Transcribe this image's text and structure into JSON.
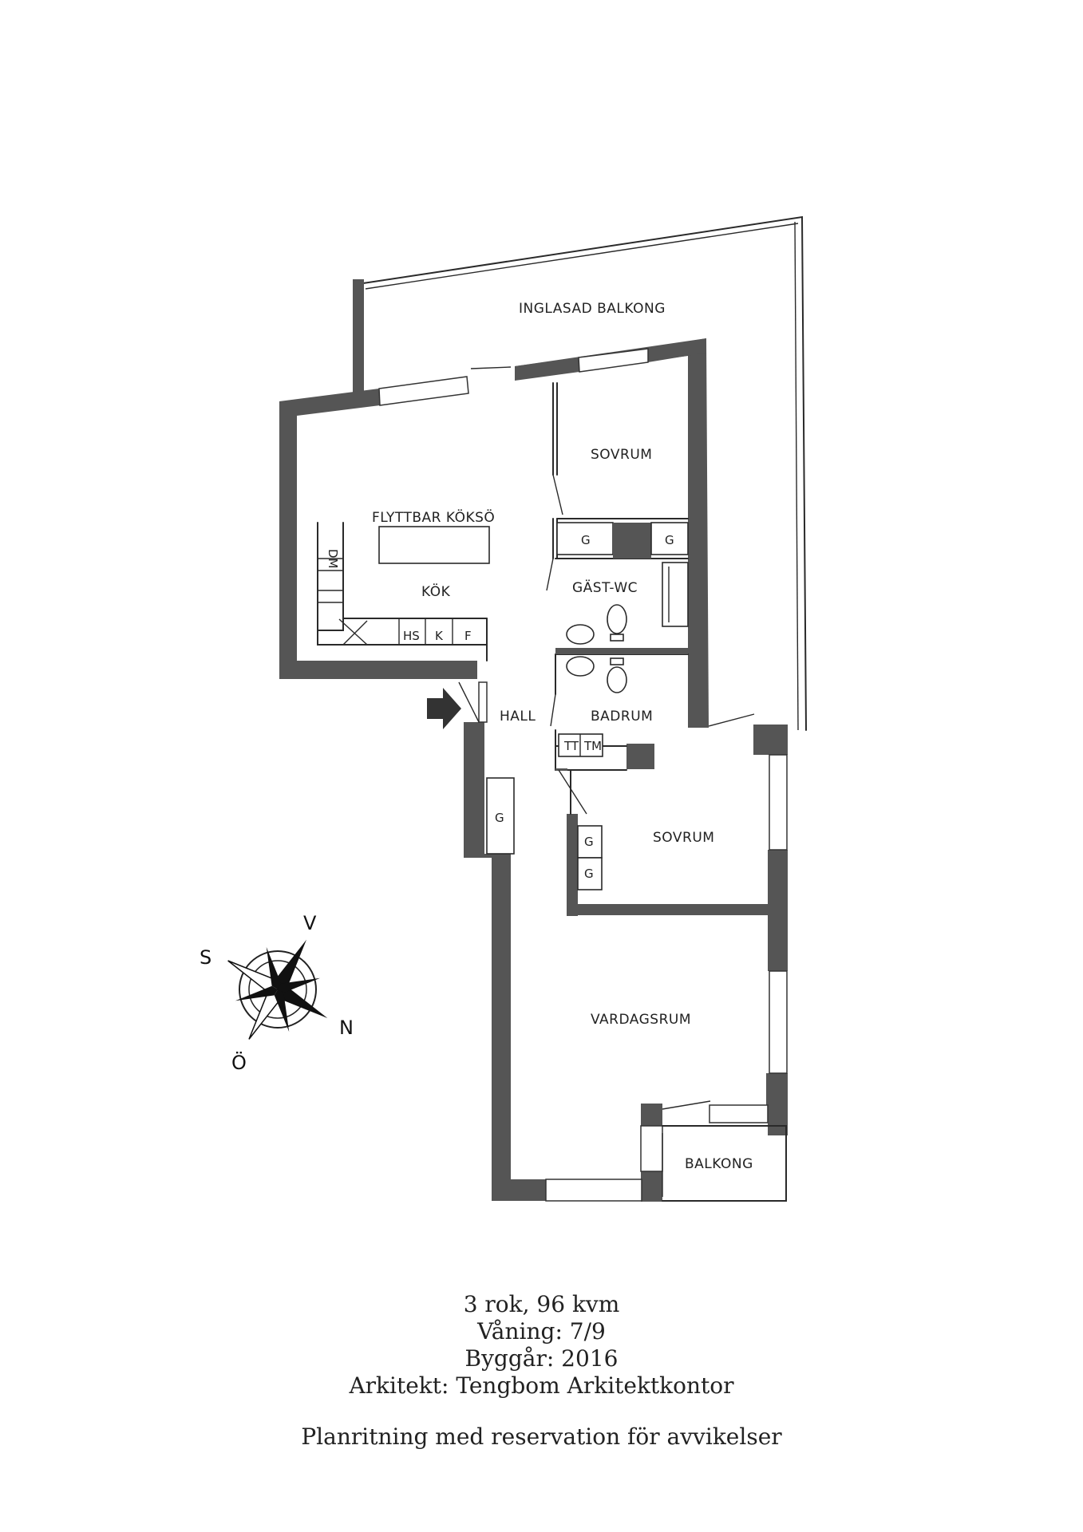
{
  "rooms": {
    "inglasad_balkong": "INGLASAD BALKONG",
    "sovrum_1": "SOVRUM",
    "flyttbar_kokso": "FLYTTBAR KÖKSÖ",
    "kok": "KÖK",
    "gast_wc": "GÄST-WC",
    "hall": "HALL",
    "badrum": "BADRUM",
    "sovrum_2": "SOVRUM",
    "vardagsrum": "VARDAGSRUM",
    "balkong": "BALKONG"
  },
  "fixtures": {
    "dm": "DM",
    "hs": "HS",
    "k": "K",
    "f": "F",
    "g": "G",
    "tt": "TT",
    "tm": "TM"
  },
  "compass": {
    "s": "S",
    "v": "V",
    "n": "N",
    "o": "Ö"
  },
  "info": {
    "rooms_area": "3 rok, 96 kvm",
    "floor": "Våning: 7/9",
    "built": "Byggår: 2016",
    "architect": "Arkitekt: Tengbom Arkitektkontor",
    "disclaimer": "Planritning med reservation för avvikelser"
  }
}
